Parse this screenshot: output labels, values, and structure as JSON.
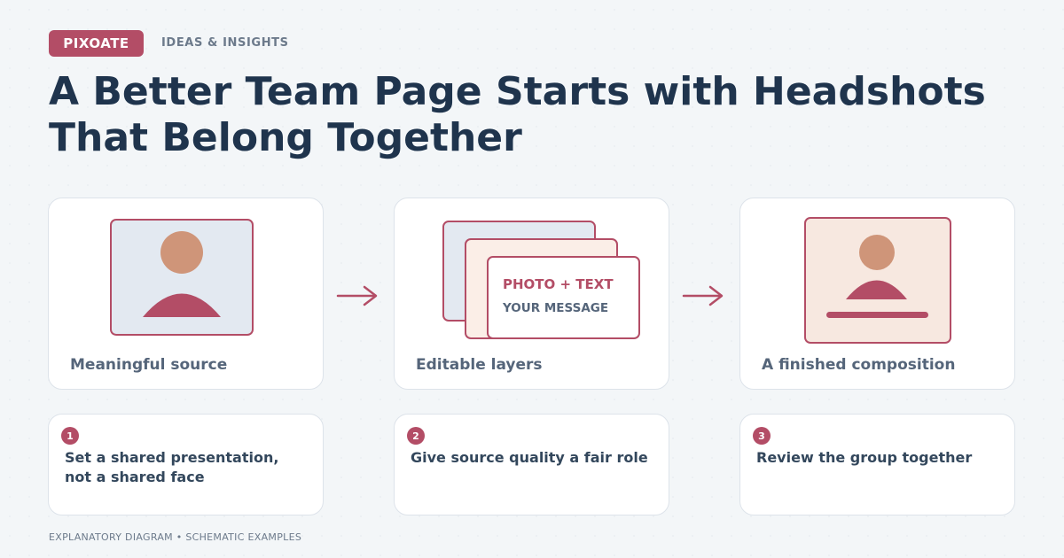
{
  "header": {
    "brand": "PIXOATE",
    "eyebrow": "IDEAS & INSIGHTS",
    "title": "A Better Team Page Starts with Headshots That Belong Together"
  },
  "cards": [
    {
      "label": "Meaningful source"
    },
    {
      "label": "Editable layers",
      "layer_line1": "PHOTO + TEXT",
      "layer_line2": "YOUR MESSAGE"
    },
    {
      "label": "A finished composition"
    }
  ],
  "steps": [
    {
      "number": "1",
      "text": "Set a shared presentation, not a shared face"
    },
    {
      "number": "2",
      "text": "Give source quality a fair role"
    },
    {
      "number": "3",
      "text": "Review the group together"
    }
  ],
  "footer": "EXPLANATORY DIAGRAM • SCHEMATIC EXAMPLES",
  "colors": {
    "accent": "#b34d66",
    "title": "#1f344d",
    "skin": "#cf9579",
    "frame_blue": "#e3e9f1",
    "frame_peach": "#f7e8e0"
  },
  "icons": [
    "person-silhouette-icon",
    "layers-icon",
    "arrow-right-icon"
  ]
}
